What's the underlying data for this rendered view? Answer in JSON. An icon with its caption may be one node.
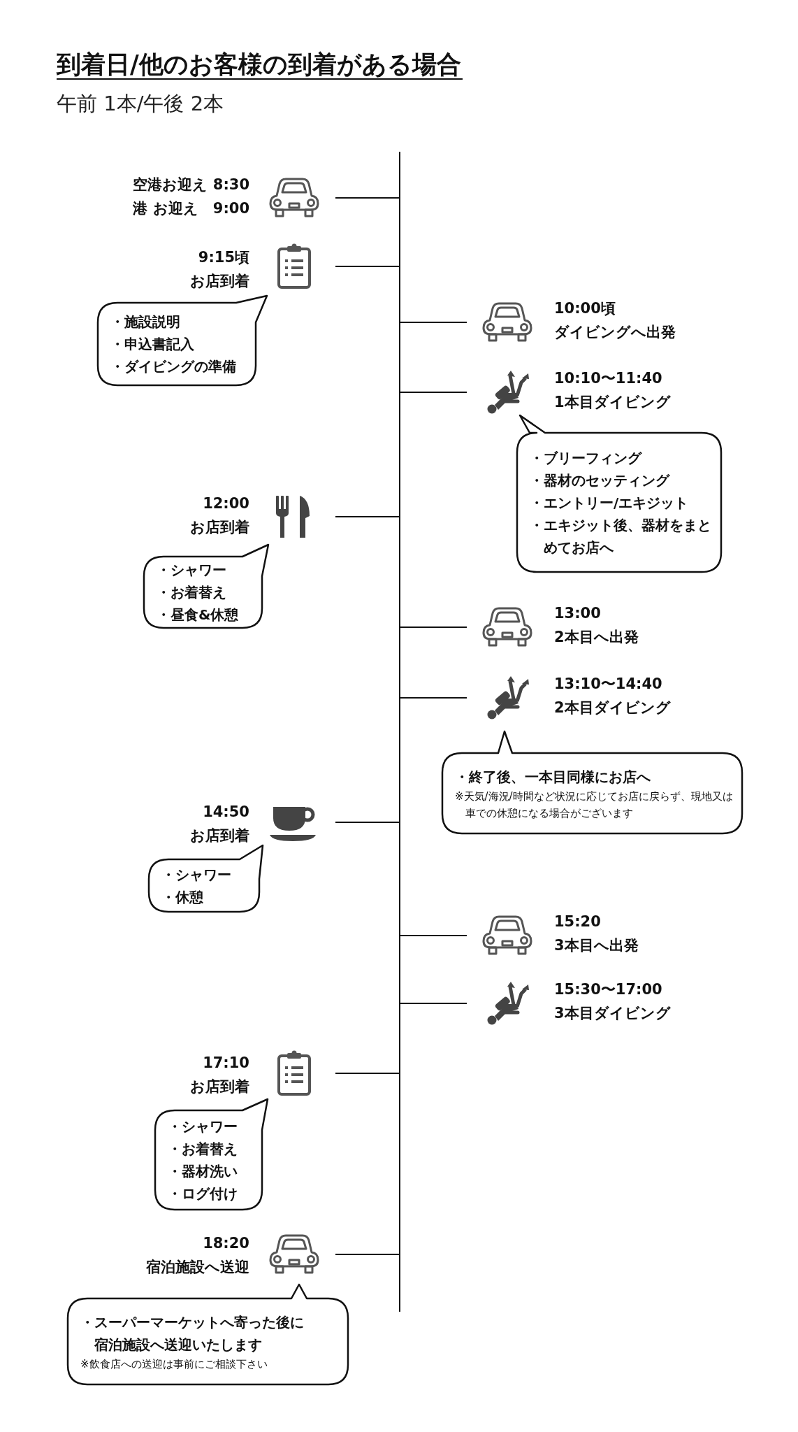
{
  "diagram": {
    "title": "到着日/他のお客様の到着がある場合",
    "nodes": [
      {
        "text": [],
        "shape": "bar"
      },
      {
        "text": [],
        "shape": "car",
        "beside": [
          "空港お迎え 8:30",
          "港 お迎え　9:00"
        ]
      },
      {
        "text": [],
        "shape": "clipboard",
        "beside": [
          "9:15頃",
          "お店到着"
        ]
      },
      {
        "text": [
          "・施設説明",
          "・申込書記入",
          "・ダイビングの準備"
        ]
      },
      {
        "text": [],
        "shape": "car",
        "beside": [
          "10:00頃",
          "ダイビングへ出発"
        ]
      },
      {
        "text": [],
        "shape": "diver",
        "beside": [
          "10:10〜11:40",
          "1本目ダイビング"
        ]
      },
      {
        "text": [
          "・ブリーフィング",
          "・器材のセッティング",
          "・エントリー/エキジット",
          "・エキジット後、器材をまとめてお店へ"
        ]
      },
      {
        "text": [],
        "shape": "cutlery",
        "beside": [
          "12:00",
          "お店到着"
        ]
      },
      {
        "text": [
          "・シャワー",
          "・お着替え",
          "・昼食&休憩"
        ]
      },
      {
        "text": [],
        "shape": "car",
        "beside": [
          "13:00",
          "2本目へ出発"
        ]
      },
      {
        "text": [],
        "shape": "diver",
        "beside": [
          "13:10〜14:40",
          "2本目ダイビング"
        ]
      },
      {
        "text": [
          "・終了後、一本目同様にお店へ",
          "※天気/海況/時間など状況に応じてお店に戻らず、現地又は車での休憩になる場合がございます"
        ]
      },
      {
        "text": [],
        "shape": "cup",
        "beside": [
          "14:50",
          "お店到着"
        ]
      },
      {
        "text": [
          "・シャワー",
          "・休憩"
        ]
      },
      {
        "text": [],
        "shape": "car",
        "beside": [
          "15:20",
          "3本目へ出発"
        ]
      },
      {
        "text": [],
        "shape": "diver",
        "beside": [
          "15:30〜17:00",
          "3本目ダイビング"
        ]
      },
      {
        "text": [],
        "shape": "clipboard",
        "beside": [
          "17:10",
          "お店到着"
        ]
      },
      {
        "text": [
          "・シャワー",
          "・お着替え",
          "・器材洗い",
          "・ログ付け"
        ]
      },
      {
        "text": [],
        "shape": "car",
        "beside": [
          "18:20",
          "宿泊施設へ送迎"
        ]
      },
      {
        "text": [
          "・スーパーマーケットへ寄った後に宿泊施設へ送迎いたします",
          "※飲食店への送迎は事前にご相談下さい"
        ]
      }
    ],
    "edges": [
      {
        "from": 1,
        "to": 0,
        "arrow": "none"
      },
      {
        "from": 2,
        "to": 0,
        "arrow": "none"
      },
      {
        "from": 4,
        "to": 0,
        "arrow": "none"
      },
      {
        "from": 5,
        "to": 0,
        "arrow": "none"
      },
      {
        "from": 7,
        "to": 0,
        "arrow": "none"
      },
      {
        "from": 9,
        "to": 0,
        "arrow": "none"
      },
      {
        "from": 10,
        "to": 0,
        "arrow": "none"
      },
      {
        "from": 12,
        "to": 0,
        "arrow": "none"
      },
      {
        "from": 14,
        "to": 0,
        "arrow": "none"
      },
      {
        "from": 15,
        "to": 0,
        "arrow": "none"
      },
      {
        "from": 16,
        "to": 0,
        "arrow": "none"
      },
      {
        "from": 18,
        "to": 0,
        "arrow": "none"
      }
    ],
    "labels": [
      "午前 1本/午後 2本"
    ]
  }
}
